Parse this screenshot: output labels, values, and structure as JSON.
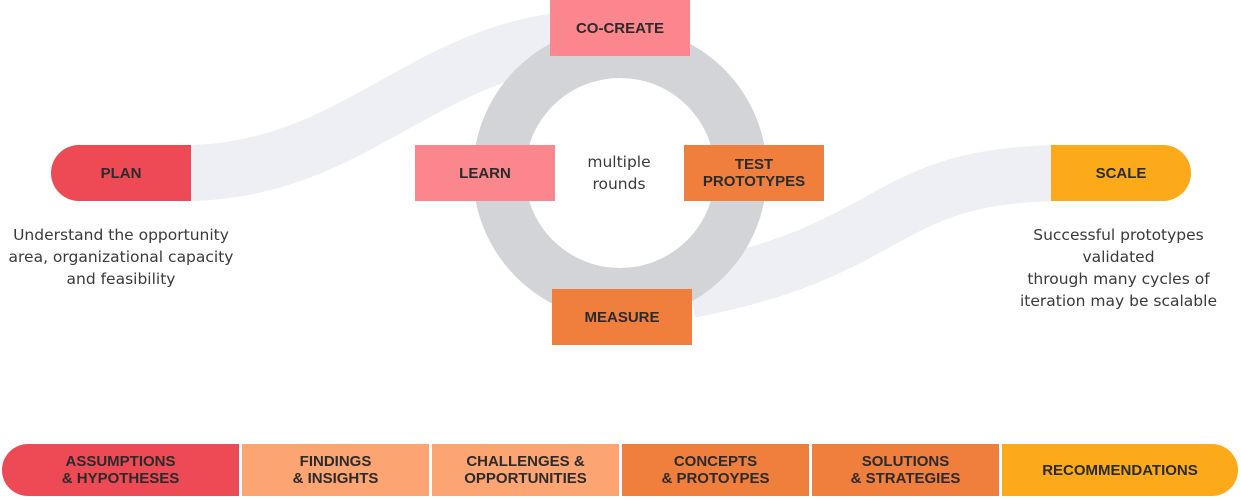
{
  "colors": {
    "ribbon": "#eeeff5",
    "ring": "#d3d4d8",
    "red": "#ee4a55",
    "pink": "#fb868d",
    "peach": "#fca573",
    "orange": "#f07e3c",
    "gold": "#fdaa1a"
  },
  "stages": {
    "plan": "PLAN",
    "scale": "SCALE"
  },
  "cycle": {
    "center_text": "multiple\nrounds",
    "co_create": "CO-CREATE",
    "learn": "LEARN",
    "test_prototypes": "TEST\nPROTOTYPES",
    "measure": "MEASURE"
  },
  "descriptions": {
    "plan": "Understand the opportunity\narea, organizational capacity\nand feasibility",
    "scale": "Successful prototypes validated\nthrough many cycles of\niteration may be scalable"
  },
  "outputs": [
    {
      "label": "ASSUMPTIONS\n& HYPOTHESES",
      "color": "#ee4a55"
    },
    {
      "label": "FINDINGS\n& INSIGHTS",
      "color": "#fca573"
    },
    {
      "label": "CHALLENGES &\nOPPORTUNITIES",
      "color": "#fca573"
    },
    {
      "label": "CONCEPTS\n& PROTOYPES",
      "color": "#f07e3c"
    },
    {
      "label": "SOLUTIONS\n& STRATEGIES",
      "color": "#f07e3c"
    },
    {
      "label": "RECOMMENDATIONS",
      "color": "#fdaa1a"
    }
  ]
}
